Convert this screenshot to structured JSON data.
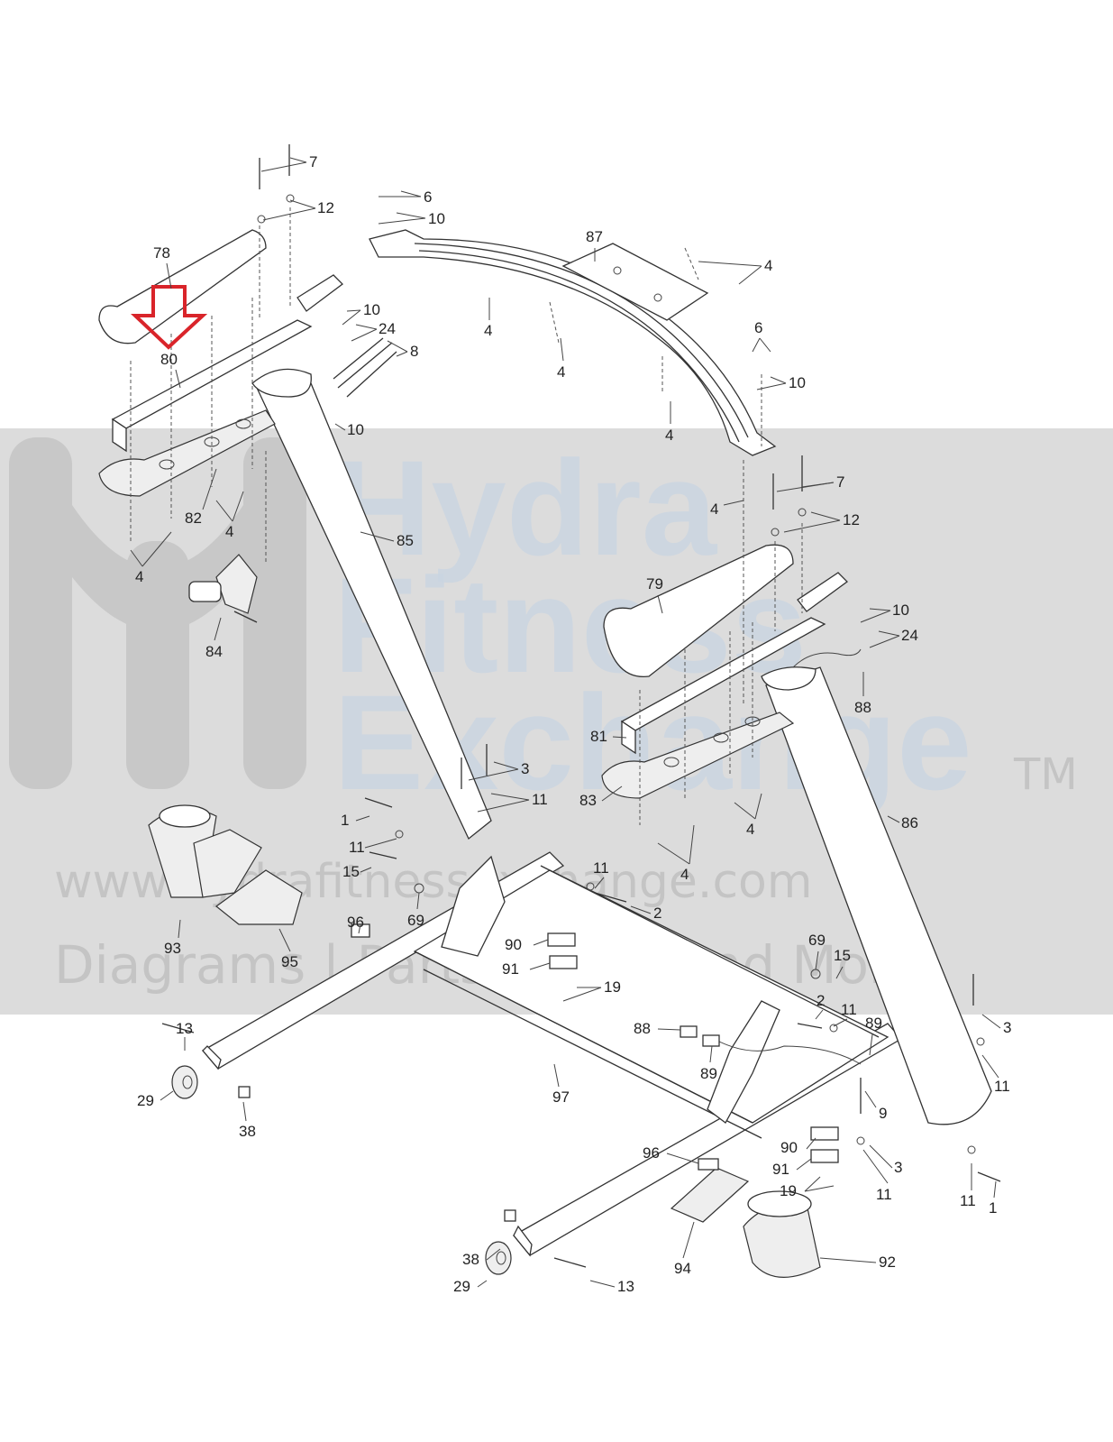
{
  "watermark": {
    "line1": "Hydra",
    "line2": "Fitness",
    "line3": "Exchange",
    "tm": "TM",
    "url": "www.hydrafitnessexchange.com",
    "tagline": "Diagrams | Parts Lists | And More"
  },
  "colors": {
    "highlight_arrow": "#d9242a",
    "watermark_band": "#dcdcdc",
    "watermark_text": "#c9d5e2"
  },
  "part_labels": [
    {
      "id": "l7a",
      "text": "7"
    },
    {
      "id": "l12a",
      "text": "12"
    },
    {
      "id": "l78",
      "text": "78"
    },
    {
      "id": "l80",
      "text": "80"
    },
    {
      "id": "l10a",
      "text": "10"
    },
    {
      "id": "l24a",
      "text": "24"
    },
    {
      "id": "l8",
      "text": "8"
    },
    {
      "id": "l10b",
      "text": "10"
    },
    {
      "id": "l82",
      "text": "82"
    },
    {
      "id": "l4a",
      "text": "4"
    },
    {
      "id": "l4b",
      "text": "4"
    },
    {
      "id": "l85",
      "text": "85"
    },
    {
      "id": "l84",
      "text": "84"
    },
    {
      "id": "l6a",
      "text": "6"
    },
    {
      "id": "l10c",
      "text": "10"
    },
    {
      "id": "l87",
      "text": "87"
    },
    {
      "id": "l4c",
      "text": "4"
    },
    {
      "id": "l4d",
      "text": "4"
    },
    {
      "id": "l4e",
      "text": "4"
    },
    {
      "id": "l4f",
      "text": "4"
    },
    {
      "id": "l6b",
      "text": "6"
    },
    {
      "id": "l10d",
      "text": "10"
    },
    {
      "id": "l4g",
      "text": "4"
    },
    {
      "id": "l7b",
      "text": "7"
    },
    {
      "id": "l12b",
      "text": "12"
    },
    {
      "id": "l79",
      "text": "79"
    },
    {
      "id": "l10e",
      "text": "10"
    },
    {
      "id": "l24b",
      "text": "24"
    },
    {
      "id": "l88a",
      "text": "88"
    },
    {
      "id": "l81",
      "text": "81"
    },
    {
      "id": "l83",
      "text": "83"
    },
    {
      "id": "l4h",
      "text": "4"
    },
    {
      "id": "l4i",
      "text": "4"
    },
    {
      "id": "l86",
      "text": "86"
    },
    {
      "id": "l3a",
      "text": "3"
    },
    {
      "id": "l11a",
      "text": "11"
    },
    {
      "id": "l1a",
      "text": "1"
    },
    {
      "id": "l11b",
      "text": "11"
    },
    {
      "id": "l15a",
      "text": "15"
    },
    {
      "id": "l69a",
      "text": "69"
    },
    {
      "id": "l11c",
      "text": "11"
    },
    {
      "id": "l2a",
      "text": "2"
    },
    {
      "id": "l93",
      "text": "93"
    },
    {
      "id": "l95",
      "text": "95"
    },
    {
      "id": "l96a",
      "text": "96"
    },
    {
      "id": "l90a",
      "text": "90"
    },
    {
      "id": "l91a",
      "text": "91"
    },
    {
      "id": "l19a",
      "text": "19"
    },
    {
      "id": "l69b",
      "text": "69"
    },
    {
      "id": "l15b",
      "text": "15"
    },
    {
      "id": "l2b",
      "text": "2"
    },
    {
      "id": "l11d",
      "text": "11"
    },
    {
      "id": "l89a",
      "text": "89"
    },
    {
      "id": "l3b",
      "text": "3"
    },
    {
      "id": "l88b",
      "text": "88"
    },
    {
      "id": "l89b",
      "text": "89"
    },
    {
      "id": "l13a",
      "text": "13"
    },
    {
      "id": "l29a",
      "text": "29"
    },
    {
      "id": "l38a",
      "text": "38"
    },
    {
      "id": "l97",
      "text": "97"
    },
    {
      "id": "l9",
      "text": "9"
    },
    {
      "id": "l11e",
      "text": "11"
    },
    {
      "id": "l96b",
      "text": "96"
    },
    {
      "id": "l90b",
      "text": "90"
    },
    {
      "id": "l91b",
      "text": "91"
    },
    {
      "id": "l3c",
      "text": "3"
    },
    {
      "id": "l19b",
      "text": "19"
    },
    {
      "id": "l11f",
      "text": "11"
    },
    {
      "id": "l11g",
      "text": "11"
    },
    {
      "id": "l1b",
      "text": "1"
    },
    {
      "id": "l38b",
      "text": "38"
    },
    {
      "id": "l29b",
      "text": "29"
    },
    {
      "id": "l13b",
      "text": "13"
    },
    {
      "id": "l94",
      "text": "94"
    },
    {
      "id": "l92",
      "text": "92"
    }
  ]
}
